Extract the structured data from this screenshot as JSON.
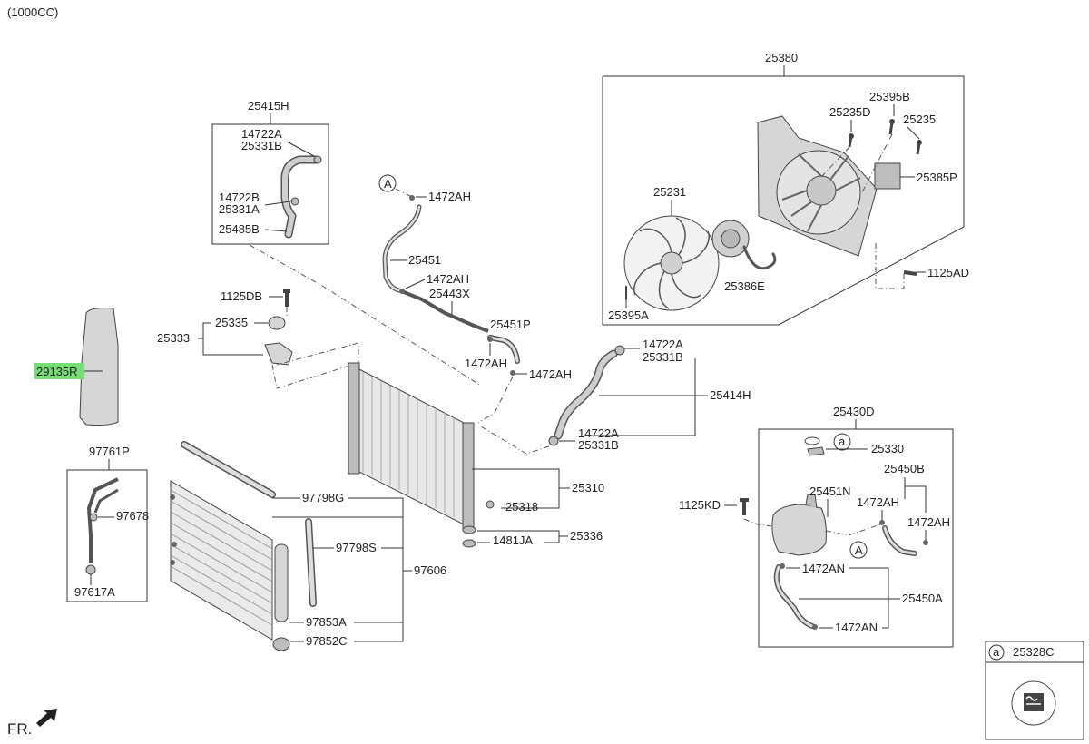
{
  "header": {
    "variant": "(1000CC)"
  },
  "footer": {
    "direction": "FR."
  },
  "callout": {
    "letter": "a",
    "part": "25328C"
  },
  "refs": {
    "a": "a",
    "A": "A"
  },
  "labels": {
    "p25380": "25380",
    "p25395B": "25395B",
    "p25235D": "25235D",
    "p25235": "25235",
    "p25385P": "25385P",
    "p25231": "25231",
    "p25386E": "25386E",
    "p25395A": "25395A",
    "p1125AD": "1125AD",
    "p25415H": "25415H",
    "p14722A_1": "14722A",
    "p25331B_1": "25331B",
    "p14722B": "14722B",
    "p25331A": "25331A",
    "p25485B": "25485B",
    "p1472AH_1": "1472AH",
    "p25451": "25451",
    "p1472AH_2": "1472AH",
    "p25443X": "25443X",
    "p25451P": "25451P",
    "p1472AH_3": "1472AH",
    "p1472AH_4": "1472AH",
    "p14722A_2": "14722A",
    "p25331B_2": "25331B",
    "p25414H": "25414H",
    "p14722A_3": "14722A",
    "p25331B_3": "25331B",
    "p1125DB": "1125DB",
    "p25335": "25335",
    "p25333": "25333",
    "p29135R": "29135R",
    "p25310": "25310",
    "p25318": "25318",
    "p25336": "25336",
    "p1481JA": "1481JA",
    "p97761P": "97761P",
    "p97678": "97678",
    "p97617A": "97617A",
    "p97798G": "97798G",
    "p97798S": "97798S",
    "p97606": "97606",
    "p97853A": "97853A",
    "p97852C": "97852C",
    "p25430D": "25430D",
    "p25330": "25330",
    "p25450B": "25450B",
    "p25451N": "25451N",
    "p1472AH_5": "1472AH",
    "p1472AH_6": "1472AH",
    "p1125KD": "1125KD",
    "p1472AN_1": "1472AN",
    "p25450A": "25450A",
    "p1472AN_2": "1472AN"
  },
  "colors": {
    "highlight": "#77dd77"
  }
}
